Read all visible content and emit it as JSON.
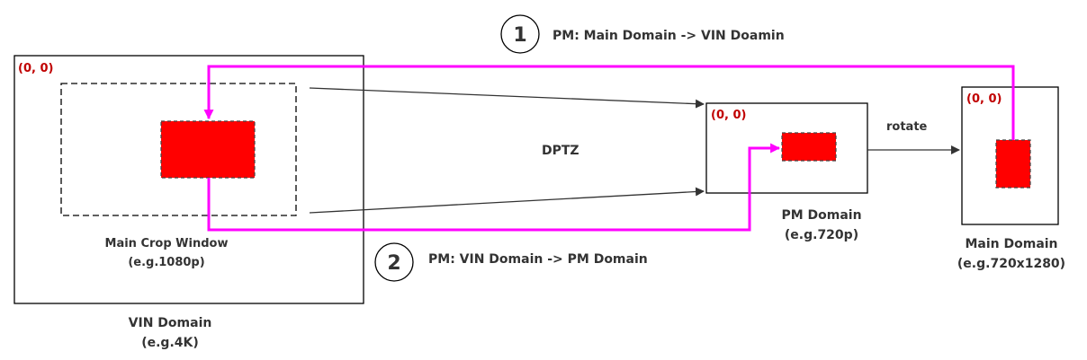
{
  "colors": {
    "stroke": "#000000",
    "text": "#333333",
    "origin": "#c00000",
    "roi_fill": "#ff0000",
    "pm_path": "#ff00ff"
  },
  "labels": {
    "step1_number": "1",
    "step1_text": "PM: Main Domain -> VIN Doamin",
    "step2_number": "2",
    "step2_text": "PM: VIN Domain -> PM Domain",
    "dptz": "DPTZ",
    "rotate": "rotate",
    "origin": "(0, 0)",
    "crop_window_title": "Main Crop Window",
    "crop_window_res": "(e.g.1080p)",
    "vin_title": "VIN Domain",
    "vin_res": "(e.g.4K)",
    "pm_title": "PM Domain",
    "pm_res": "(e.g.720p)",
    "main_title": "Main Domain",
    "main_res": "(e.g.720x1280)"
  }
}
